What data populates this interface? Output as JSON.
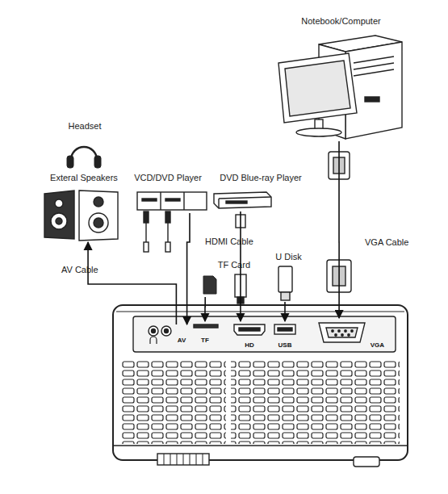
{
  "diagram": {
    "nodes": [
      {
        "text": [
          "Notebook/Computer"
        ]
      },
      {
        "text": [
          "Headset"
        ]
      },
      {
        "text": [
          "Exteral Speakers"
        ]
      },
      {
        "text": [
          "VCD/DVD Player"
        ]
      },
      {
        "text": [
          "DVD Blue-ray Player"
        ]
      },
      {
        "text": [
          "TF Card"
        ]
      },
      {
        "text": [
          "U Disk"
        ]
      },
      {
        "text": [
          "AV"
        ]
      },
      {
        "text": [
          "TF"
        ]
      },
      {
        "text": [
          "HD"
        ]
      },
      {
        "text": [
          "USB"
        ]
      },
      {
        "text": [
          "VGA"
        ]
      }
    ],
    "edges": [
      {
        "from": 3,
        "to": 7,
        "arrow": "to"
      },
      {
        "from": 4,
        "to": 9,
        "label": "HDMI Cable",
        "arrow": "to"
      },
      {
        "from": 5,
        "to": 8,
        "arrow": "to"
      },
      {
        "from": 6,
        "to": 10,
        "arrow": "to"
      },
      {
        "from": 0,
        "to": 11,
        "label": "VGA Cable",
        "arrow": "to"
      },
      {
        "from": 7,
        "to": 2,
        "label": "AV Cable",
        "arrow": "to"
      }
    ]
  }
}
